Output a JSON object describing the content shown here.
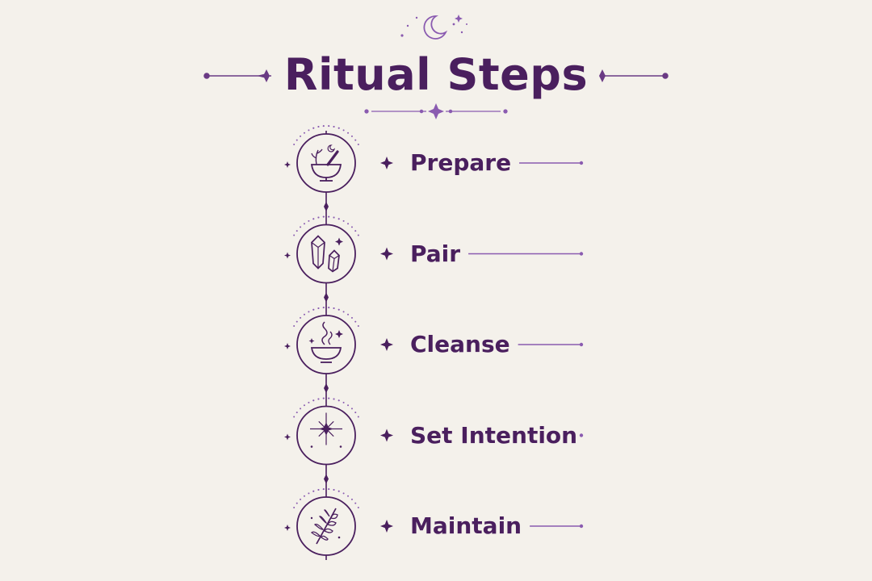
{
  "title": "Ritual Steps",
  "colors": {
    "primary": "#4a1f5e",
    "accent": "#8a5bb0",
    "background": "#f4f1eb"
  },
  "steps": [
    {
      "label": "Prepare",
      "icon": "mortar-pestle-icon"
    },
    {
      "label": "Pair",
      "icon": "crystals-icon"
    },
    {
      "label": "Cleanse",
      "icon": "smoke-bowl-icon"
    },
    {
      "label": "Set Intention",
      "icon": "star-moon-icon"
    },
    {
      "label": "Maintain",
      "icon": "herb-sprig-icon"
    }
  ]
}
